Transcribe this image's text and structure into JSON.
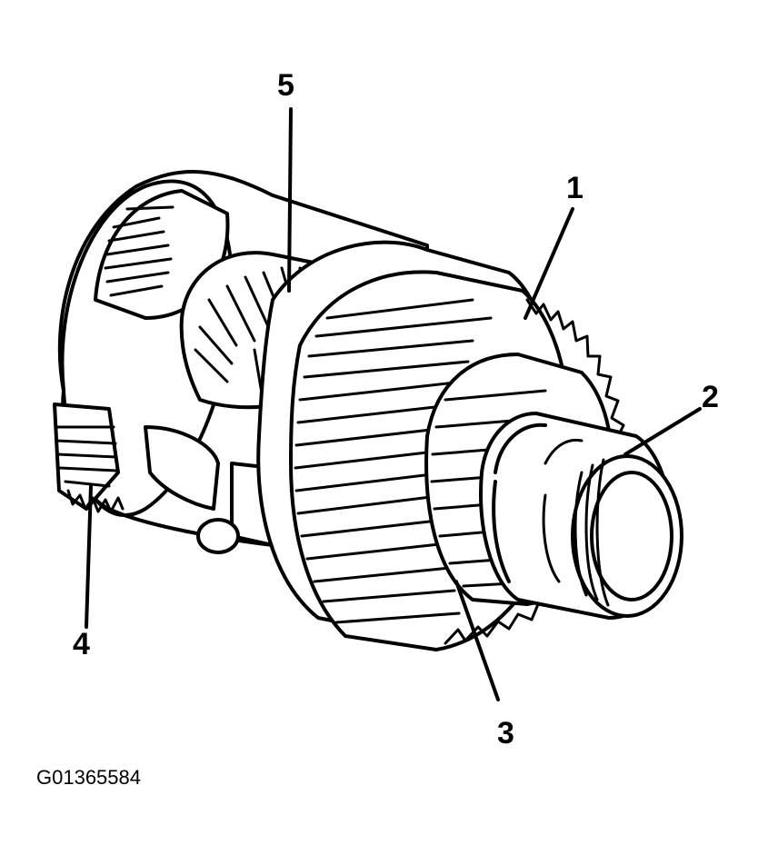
{
  "callouts": [
    {
      "label": "1"
    },
    {
      "label": "2"
    },
    {
      "label": "3"
    },
    {
      "label": "4"
    },
    {
      "label": "5"
    }
  ],
  "figure_id": "G01365584"
}
